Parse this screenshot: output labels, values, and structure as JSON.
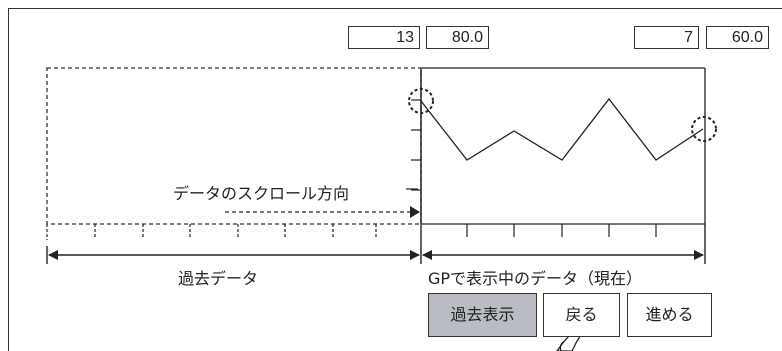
{
  "readouts": {
    "left_count": "13",
    "left_value": "80.0",
    "right_count": "7",
    "right_value": "60.0"
  },
  "labels": {
    "scroll_direction": "データのスクロール方向",
    "past_data": "過去データ",
    "current_data": "GPで表示中のデータ（現在）"
  },
  "buttons": {
    "past_display": "過去表示",
    "back": "戻る",
    "forward": "進める"
  },
  "colors": {
    "button_active_bg": "#b9bdc3",
    "line": "#222222"
  }
}
